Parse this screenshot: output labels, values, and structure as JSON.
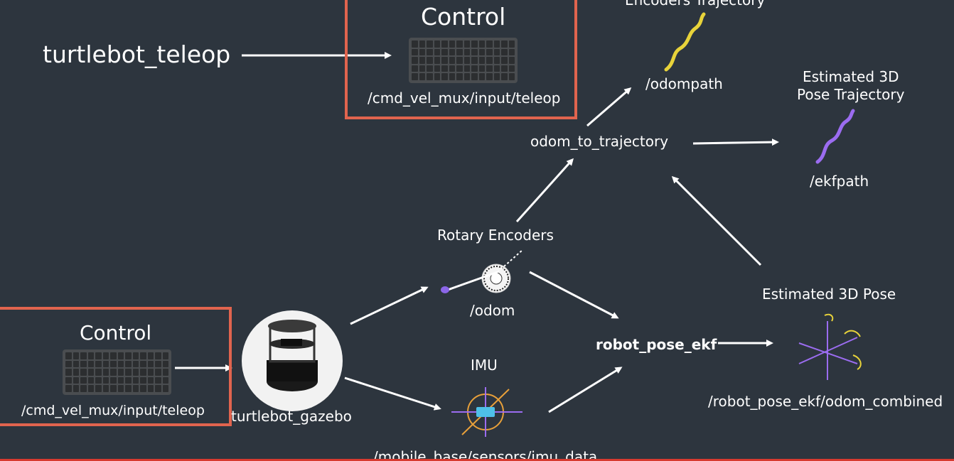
{
  "teleop_node": "turtlebot_teleop",
  "control_top": {
    "title": "Control",
    "topic": "/cmd_vel_mux/input/teleop"
  },
  "control_bottom": {
    "title": "Control",
    "topic": "/cmd_vel_mux/input/teleop"
  },
  "robot_label": "turtlebot_gazebo",
  "encoders": {
    "title": "Rotary Encoders",
    "topic": "/odom"
  },
  "imu": {
    "title": "IMU",
    "topic": "/mobile_base/sensors/imu_data"
  },
  "ekf_node": "robot_pose_ekf",
  "traj_node": "odom_to_trajectory",
  "enc_traj": {
    "title": "Encoders Trajectory",
    "topic": "/odompath"
  },
  "est_traj": {
    "title_line1": "Estimated 3D",
    "title_line2": "Pose Trajectory",
    "topic": "/ekfpath"
  },
  "est_pose": {
    "title": "Estimated 3D Pose",
    "topic": "/robot_pose_ekf/odom_combined"
  },
  "colors": {
    "box_border": "#e1644e",
    "enc_path": "#e8d33a",
    "ekf_path": "#9b6cf0",
    "imu_accent": "#e8a03a"
  }
}
